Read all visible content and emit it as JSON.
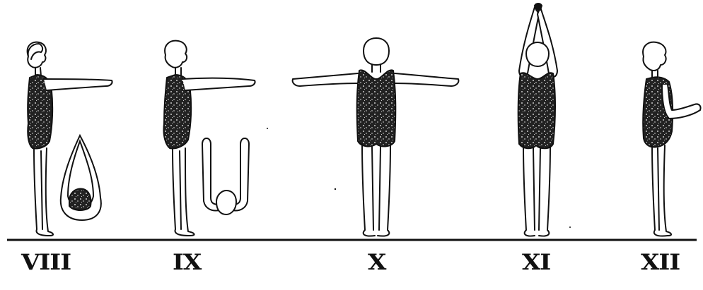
{
  "figures": [
    {
      "id": "VIII",
      "label": "VIII",
      "pose": "side-view-arms-forward",
      "inset": "front-view-arms-raised"
    },
    {
      "id": "IX",
      "label": "IX",
      "pose": "side-view-arms-forward",
      "inset": "front-view-arms-raised-outlined"
    },
    {
      "id": "X",
      "label": "X",
      "pose": "back-view-arms-sideways"
    },
    {
      "id": "XI",
      "label": "XI",
      "pose": "back-view-arms-overhead"
    },
    {
      "id": "XII",
      "label": "XII",
      "pose": "side-view-arms-bent-forward"
    }
  ],
  "colors": {
    "ink": "#111111",
    "swimsuit": "#2a2a2a",
    "background": "#ffffff"
  }
}
